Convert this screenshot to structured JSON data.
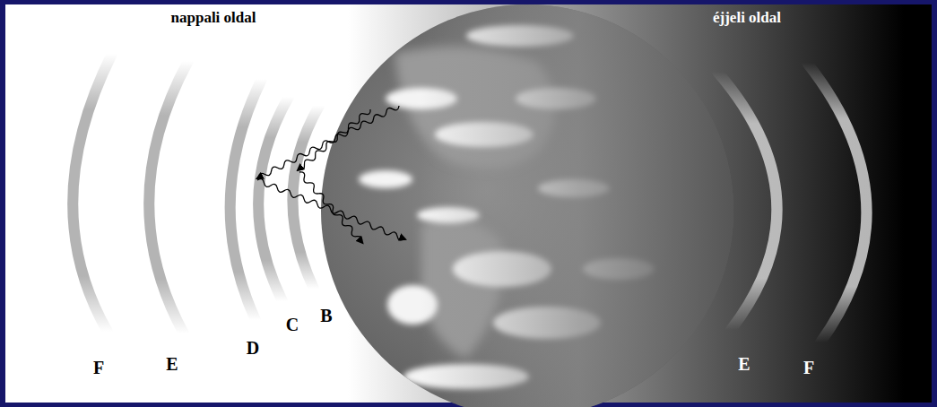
{
  "diagram": {
    "labels": [
      "nappali oldal",
      "éjjeli oldal",
      "F",
      "E",
      "D",
      "C",
      "B",
      "E",
      "F"
    ]
  }
}
